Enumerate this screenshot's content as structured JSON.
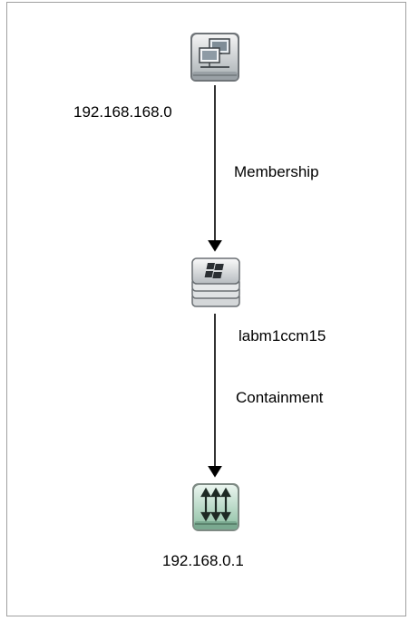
{
  "topology": {
    "nodes": [
      {
        "id": "net",
        "label": "192.168.168.0",
        "icon": "network-icon"
      },
      {
        "id": "host",
        "label": "labm1ccm15",
        "icon": "windows-server-icon"
      },
      {
        "id": "ip",
        "label": "192.168.0.1",
        "icon": "ip-interface-icon"
      }
    ],
    "edges": [
      {
        "from": "net",
        "to": "host",
        "label": "Membership"
      },
      {
        "from": "host",
        "to": "ip",
        "label": "Containment"
      }
    ]
  }
}
